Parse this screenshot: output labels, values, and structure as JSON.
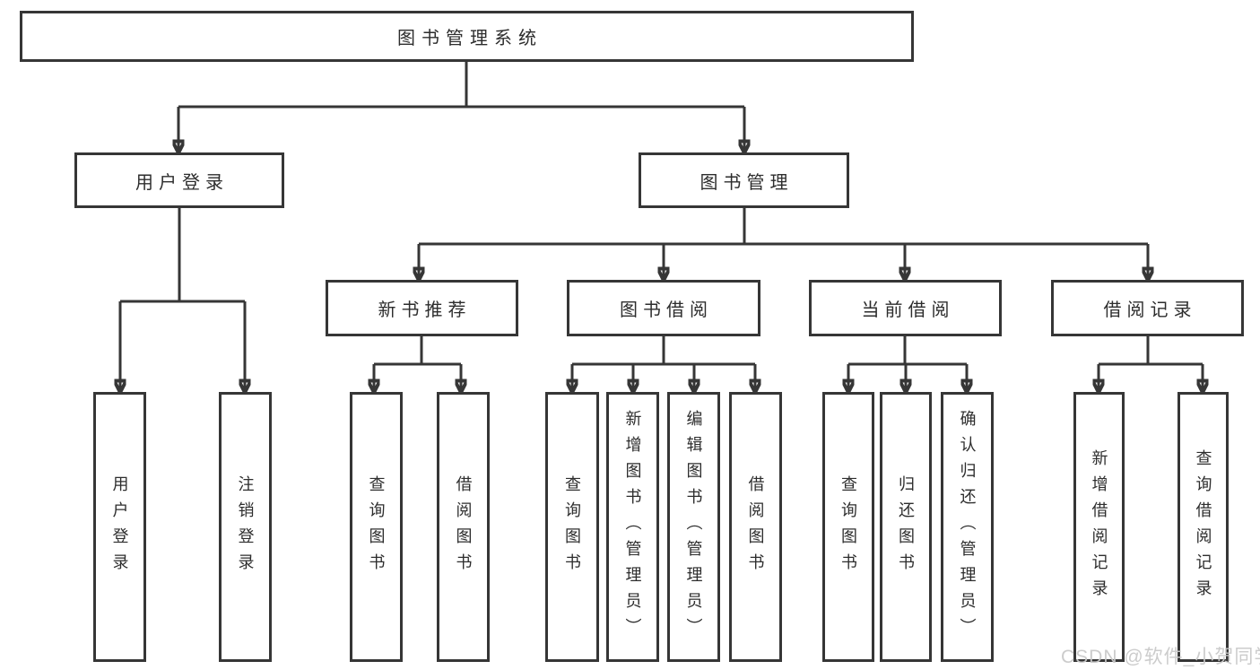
{
  "nodes": {
    "root": "图书管理系统",
    "branches": [
      "用户登录",
      "图书管理"
    ],
    "modules": [
      "新书推荐",
      "图书借阅",
      "当前借阅",
      "借阅记录"
    ],
    "leaves": [
      "用户登录",
      "注销登录",
      "查询图书",
      "借阅图书",
      "查询图书",
      "新增图书（管理员）",
      "编辑图书（管理员）",
      "借阅图书",
      "查询图书",
      "归还图书",
      "确认归还（管理员）",
      "新增借阅记录",
      "查询借阅记录"
    ]
  },
  "hierarchy": {
    "图书管理系统": [
      "用户登录",
      "图书管理"
    ],
    "用户登录": [
      "用户登录",
      "注销登录"
    ],
    "图书管理": [
      "新书推荐",
      "图书借阅",
      "当前借阅",
      "借阅记录"
    ],
    "新书推荐": [
      "查询图书",
      "借阅图书"
    ],
    "图书借阅": [
      "查询图书",
      "新增图书（管理员）",
      "编辑图书（管理员）",
      "借阅图书"
    ],
    "当前借阅": [
      "查询图书",
      "归还图书",
      "确认归还（管理员）"
    ],
    "借阅记录": [
      "新增借阅记录",
      "查询借阅记录"
    ]
  },
  "watermark": "CSDN @软件_小贺同学",
  "colors": {
    "line": "#363636",
    "text": "#2d2d2d",
    "background": "#ffffff",
    "watermark": "#c9c9c9"
  }
}
